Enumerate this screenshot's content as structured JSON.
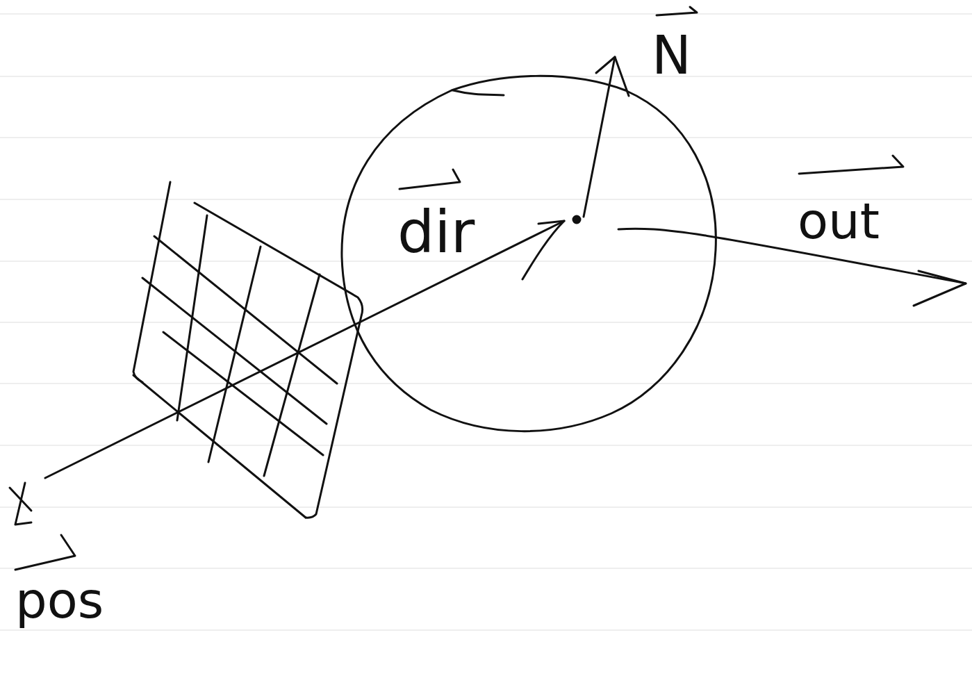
{
  "diagram": {
    "labels": [
      "N",
      "dir",
      "out",
      "pos"
    ]
  }
}
